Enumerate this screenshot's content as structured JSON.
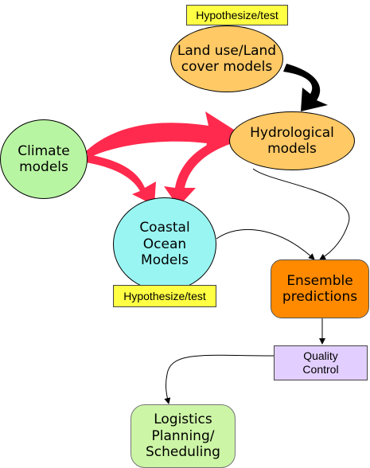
{
  "nodes": {
    "hypothesize_top": {
      "label": "Hypothesize/test",
      "fill": "#ffff44"
    },
    "land_use": {
      "label": "Land use/Land\ncover models",
      "fill": "#ffc966"
    },
    "hydrological": {
      "label": "Hydrological\nmodels",
      "fill": "#ffc966"
    },
    "climate": {
      "label": "Climate\nmodels",
      "fill": "#b8f5a2"
    },
    "coastal": {
      "label": "Coastal\nOcean\nModels",
      "fill": "#99f5f2"
    },
    "hypothesize_bottom": {
      "label": "Hypothesize/test",
      "fill": "#ffff44"
    },
    "ensemble": {
      "label": "Ensemble\npredictions",
      "fill": "#ff8a00"
    },
    "quality": {
      "label": "Quality\nControl",
      "fill": "#e2cfff"
    },
    "logistics": {
      "label": "Logistics\nPlanning/\nScheduling",
      "fill": "#ccf5a6"
    }
  },
  "colors": {
    "big_arrows": "#ff2a4d",
    "black_arrow": "#000000",
    "connector": "#000000"
  }
}
